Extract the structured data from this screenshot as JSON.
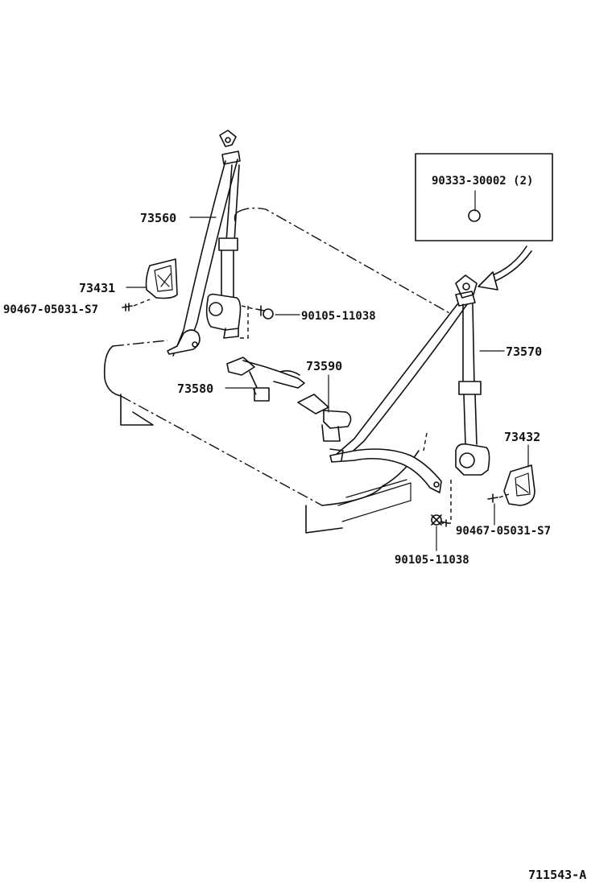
{
  "callouts": {
    "p73560": "73560",
    "p73431": "73431",
    "p90467_left": "90467-05031-S7",
    "p90105_upper": "90105-11038",
    "p73580": "73580",
    "p73590": "73590",
    "p73570": "73570",
    "p73432": "73432",
    "p90467_right": "90467-05031-S7",
    "p90105_lower": "90105-11038"
  },
  "inset": {
    "part_label": "90333-30002 (2)"
  },
  "drawing_id": "711543-A"
}
